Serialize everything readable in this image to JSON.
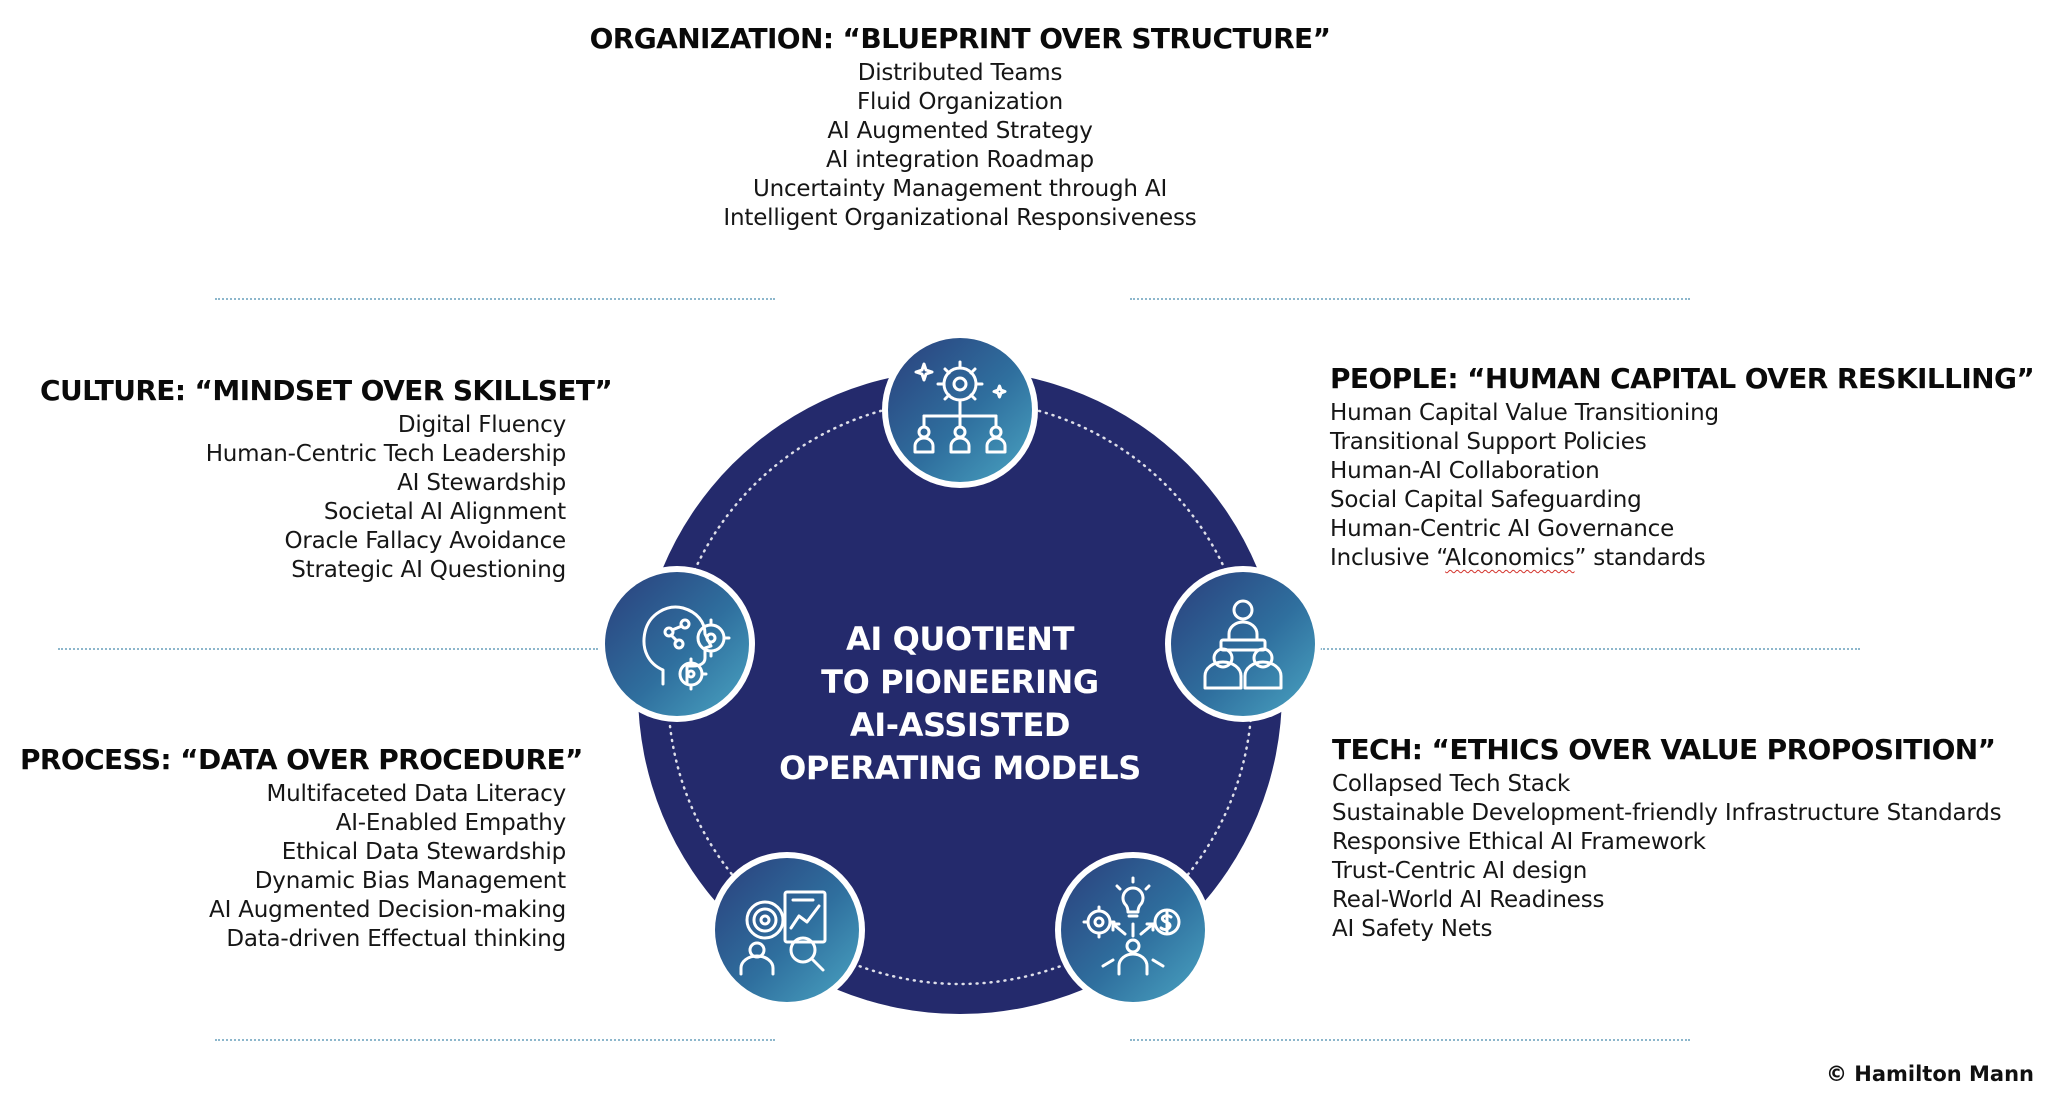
{
  "center": {
    "lines": [
      "AI QUOTIENT",
      "TO PIONEERING",
      "AI-ASSISTED",
      "OPERATING MODELS"
    ]
  },
  "organization": {
    "title": "ORGANIZATION: “BLUEPRINT OVER STRUCTURE”",
    "items": [
      "Distributed Teams",
      "Fluid Organization",
      "AI Augmented Strategy",
      "AI integration Roadmap",
      "Uncertainty Management through AI",
      "Intelligent Organizational Responsiveness"
    ]
  },
  "culture": {
    "title": "CULTURE: “MINDSET OVER SKILLSET”",
    "items": [
      "Digital Fluency",
      "Human-Centric Tech Leadership",
      "AI Stewardship",
      "Societal AI Alignment",
      "Oracle Fallacy Avoidance",
      "Strategic AI Questioning"
    ]
  },
  "process": {
    "title": "PROCESS: “DATA OVER PROCEDURE”",
    "items": [
      "Multifaceted Data Literacy",
      "AI-Enabled Empathy",
      "Ethical Data Stewardship",
      "Dynamic Bias Management",
      "AI Augmented Decision-making",
      "Data-driven Effectual thinking"
    ]
  },
  "people": {
    "title": "PEOPLE: “HUMAN CAPITAL OVER RESKILLING”",
    "items": [
      "Human Capital Value Transitioning",
      "Transitional Support Policies",
      "Human-AI Collaboration",
      "Social Capital Safeguarding",
      "Human-Centric AI Governance"
    ],
    "last_item": {
      "prefix": "Inclusive “",
      "underlined": "AIconomics",
      "suffix": "” standards"
    }
  },
  "tech": {
    "title": "TECH: “ETHICS OVER VALUE PROPOSITION”",
    "items": [
      "Collapsed Tech Stack",
      "Sustainable Development-friendly Infrastructure Standards",
      "Responsive Ethical AI Framework",
      "Trust-Centric AI design",
      "Real-World AI Readiness",
      "AI Safety Nets"
    ]
  },
  "copyright": "© Hamilton Mann",
  "colors": {
    "main_circle": "#242a6c",
    "node_light": "#4aa4c2",
    "node_dark": "#25336e",
    "dotted_line": "#8db7cc",
    "squiggle": "#d3322b"
  },
  "icons": {
    "organization": "gear-org-chart-icon",
    "culture": "ai-head-network-icon",
    "process": "target-report-magnifier-icon",
    "people": "team-hierarchy-icon",
    "tech": "idea-gear-dollar-person-icon"
  }
}
